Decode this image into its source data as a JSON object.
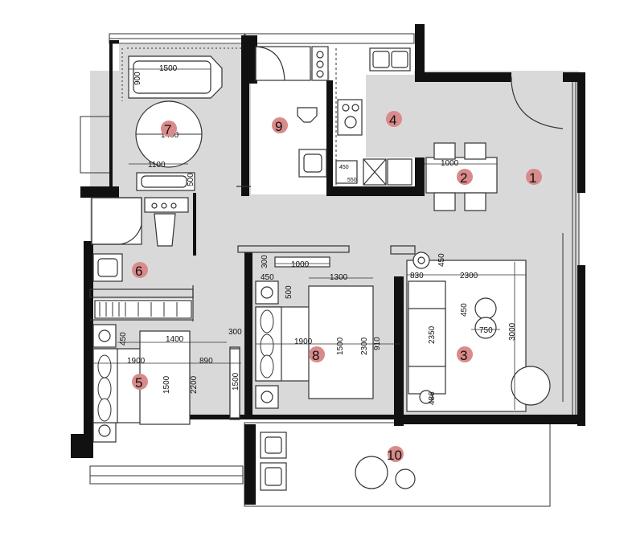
{
  "colors": {
    "wall": "#111111",
    "floor": "#d9d9d9",
    "marker": "#d98a8a",
    "line": "#333333"
  },
  "rooms": {
    "r1": "1",
    "r2": "2",
    "r3": "3",
    "r4": "4",
    "r5": "5",
    "r6": "6",
    "r7": "7",
    "r8": "8",
    "r9": "9",
    "r10": "10"
  },
  "dimensions": {
    "bath_top_tub": "1500",
    "bath_top_tub_h": "900",
    "bath_top_round": "1400",
    "bath_top_vanity": "1100",
    "bath_top_vanity_h": "500",
    "dining_table": "1000",
    "bed8_wardrobe": "1000",
    "bed8_wardrobe_h": "300",
    "bed8_nightstand": "450",
    "bed8_nightstand_h": "500",
    "bed8_room_w": "1300",
    "bed8_bed_len": "1900",
    "bed8_bed_w": "1500",
    "bed8_room_h": "2300",
    "bed8_gap": "910",
    "living_830": "830",
    "living_width": "2300",
    "living_450_top": "450",
    "living_sofa": "2350",
    "living_450": "450",
    "living_table": "750",
    "living_depth": "3000",
    "living_486": "486",
    "bed5_nightstand": "450",
    "bed5_width": "1400",
    "bed5_300": "300",
    "bed5_bed_len": "1900",
    "bed5_890": "890",
    "bed5_bed_w": "1500",
    "bed5_room_h": "2200",
    "bed5_wardrobe": "1500",
    "kitchen_450_550": "450",
    "kitchen_550": "550"
  }
}
